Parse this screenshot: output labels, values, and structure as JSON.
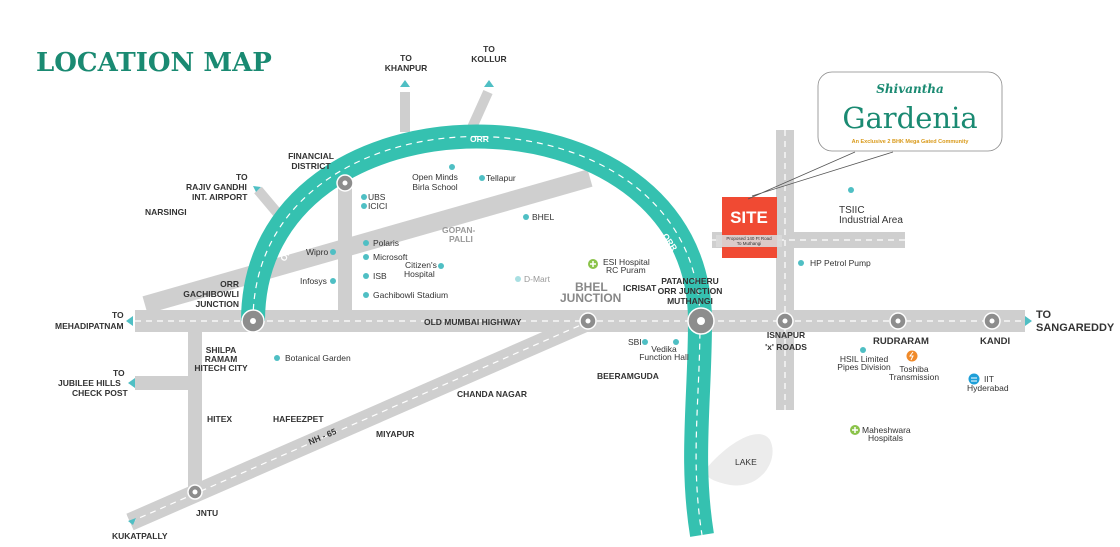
{
  "title": "LOCATION MAP",
  "colors": {
    "brand": "#1a8a72",
    "orr": "#35c1b0",
    "site": "#f04a33",
    "road": "#cfcfcf",
    "poi": "#4fbfc4",
    "tagline": "#d99a1a"
  },
  "logo": {
    "line1": "Shivantha",
    "line2": "Gardenia",
    "tagline": "An Exclusive 2 BHK Mega Gated Community"
  },
  "site": {
    "label": "SITE",
    "road_note_1": "Proposed 140 Ft Road",
    "road_note_2": "To Muthangi"
  },
  "roads": {
    "highway": "OLD MUMBAI HIGHWAY",
    "orr": "ORR",
    "nh": "NH - 65"
  },
  "directions": {
    "khanpur": [
      "TO",
      "KHANPUR"
    ],
    "kollur": [
      "TO",
      "KOLLUR"
    ],
    "airport": [
      "TO",
      "RAJIV GANDHI",
      "INT. AIRPORT"
    ],
    "mehadipatnam": [
      "TO",
      "MEHADIPATNAM"
    ],
    "jubilee": [
      "TO",
      "JUBILEE HILLS",
      "CHECK POST"
    ],
    "kukatpally": "KUKATPALLY",
    "sangareddy": [
      "TO",
      "SANGAREDDY"
    ]
  },
  "places": {
    "financial_district": [
      "FINANCIAL",
      "DISTRICT"
    ],
    "narsingi": "NARSINGI",
    "gachibowli": [
      "ORR",
      "GACHIBOWLI",
      "JUNCTION"
    ],
    "shilpa": [
      "SHILPA",
      "RAMAM",
      "HITECH CITY"
    ],
    "hitex": "HITEX",
    "hafeezpet": "HAFEEZPET",
    "miyapur": "MIYAPUR",
    "jntu": "JNTU",
    "chanda_nagar": "CHANDA NAGAR",
    "beeramguda": "BEERAMGUDA",
    "icrisat": "ICRISAT",
    "patancheru": [
      "PATANCHERU",
      "ORR JUNCTION",
      "MUTHANGI"
    ],
    "isnapur": [
      "ISNAPUR",
      "'x' ROADS"
    ],
    "rudraram": "RUDRARAM",
    "kandi": "KANDI",
    "bhel_junction": [
      "BHEL",
      "JUNCTION"
    ],
    "gopanpalli": [
      "GOPAN-",
      "PALLI"
    ],
    "lake": "LAKE"
  },
  "pois": {
    "ubs": "UBS",
    "icici": "ICICI",
    "open_minds": [
      "Open Minds",
      "Birla School"
    ],
    "tellapur": "Tellapur",
    "bhel": "BHEL",
    "wipro": "Wipro",
    "infosys": "Infosys",
    "polaris": "Polaris",
    "microsoft": "Microsoft",
    "isb": "ISB",
    "gachibowli_stadium": "Gachibowli Stadium",
    "citizens": [
      "Citizen's",
      "Hospital"
    ],
    "dmart": "D-Mart",
    "esi": [
      "ESI Hospital",
      "RC Puram"
    ],
    "botanical": "Botanical Garden",
    "sbi": "SBI",
    "vedika": [
      "Vedika",
      "Function Hall"
    ],
    "tsiic": [
      "TSIIC",
      "Industrial Area"
    ],
    "hp": "HP Petrol Pump",
    "hsil": [
      "HSIL Limited",
      "Pipes Division"
    ],
    "toshiba": [
      "Toshiba",
      "Transmission"
    ],
    "iit": [
      "IIT",
      "Hyderabad"
    ],
    "maheshwara": [
      "Maheshwara",
      "Hospitals"
    ]
  }
}
